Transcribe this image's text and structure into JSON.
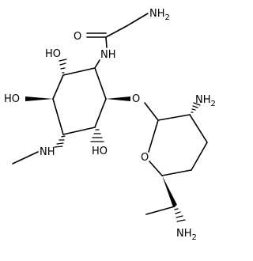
{
  "colors": {
    "ink": "#000000",
    "background": "#ffffff"
  },
  "labels": {
    "glycyl_amine": "NH2",
    "amide_o": "O",
    "amide_nh": "NH",
    "c1_oh": "HO",
    "c2_oh": "HO",
    "methylamino_nh": "NH",
    "c5_oh": "HO",
    "glycoside_o": "O",
    "ring_o": "O",
    "sugar_amine": "NH2",
    "side_chain_amine": "NH2"
  }
}
